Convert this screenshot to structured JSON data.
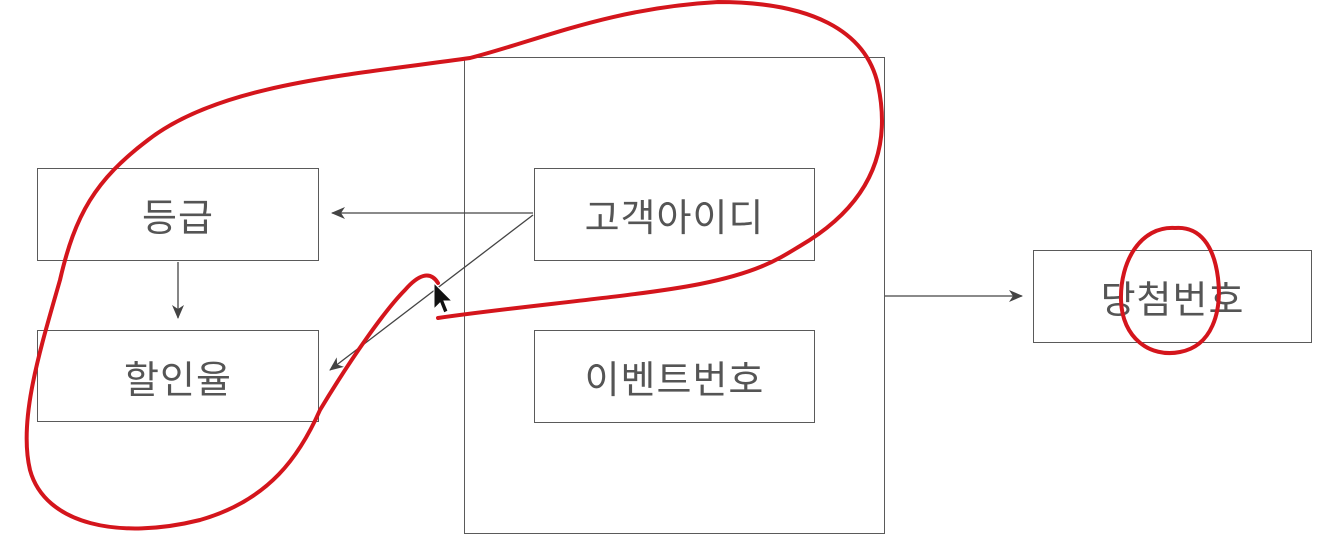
{
  "diagram": {
    "nodes": {
      "grade": "등급",
      "discount_rate": "할인율",
      "customer_id": "고객아이디",
      "event_number": "이벤트번호",
      "winning_number": "당첨번호"
    },
    "edges": [
      {
        "from": "customer_id",
        "to": "grade"
      },
      {
        "from": "customer_id",
        "to": "discount_rate"
      },
      {
        "from": "grade",
        "to": "discount_rate"
      },
      {
        "from": "key-group",
        "to": "winning_number"
      }
    ]
  },
  "annotations": {
    "ink_color": "#d4151c",
    "shapes": [
      "freehand-loop-around-grade-discount-customer-id",
      "circle-on-winning-number"
    ],
    "cursor": "mouse-pointer-icon"
  },
  "colors": {
    "line": "#5a5a5a",
    "text": "#555555",
    "background": "#ffffff"
  }
}
